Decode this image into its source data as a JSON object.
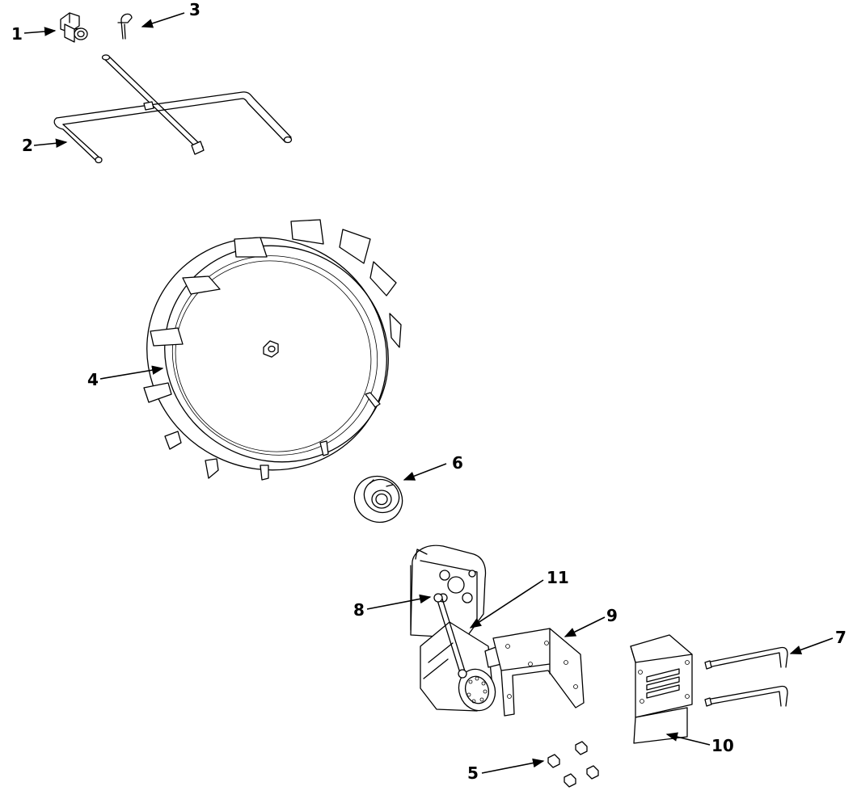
{
  "diagram": {
    "type": "exploded-parts-view",
    "callouts": [
      {
        "id": "1",
        "label": "1",
        "part": "clip-fitting"
      },
      {
        "id": "2",
        "label": "2",
        "part": "handle-bar"
      },
      {
        "id": "3",
        "label": "3",
        "part": "hair-pin"
      },
      {
        "id": "4",
        "label": "4",
        "part": "spiked-wheel"
      },
      {
        "id": "5",
        "label": "5",
        "part": "screws"
      },
      {
        "id": "6",
        "label": "6",
        "part": "hub-washer"
      },
      {
        "id": "7",
        "label": "7",
        "part": "l-pins"
      },
      {
        "id": "8",
        "label": "8",
        "part": "link-rod"
      },
      {
        "id": "9",
        "label": "9",
        "part": "mounting-bracket"
      },
      {
        "id": "10",
        "label": "10",
        "part": "cover-plate"
      },
      {
        "id": "11",
        "label": "11",
        "part": "gear-motor"
      }
    ]
  }
}
